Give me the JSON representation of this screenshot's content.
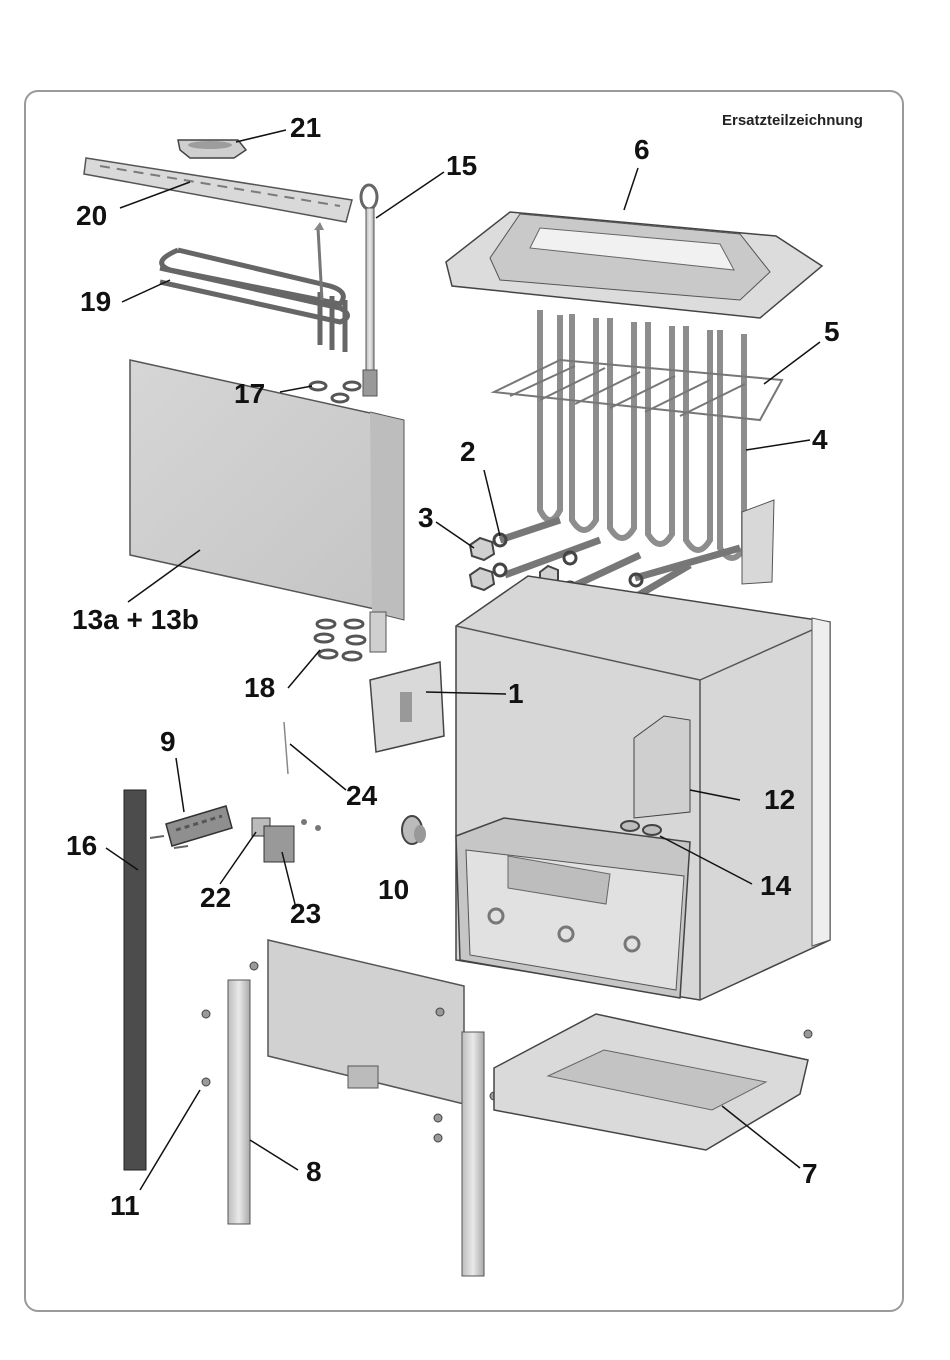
{
  "title": "Ersatzteilzeichnung",
  "labels": {
    "l21": "21",
    "l15": "15",
    "l6": "6",
    "l20": "20",
    "l19": "19",
    "l5": "5",
    "l17": "17",
    "l4": "4",
    "l2": "2",
    "l3": "3",
    "l13": "13a + 13b",
    "l18": "18",
    "l1": "1",
    "l24": "24",
    "l9": "9",
    "l12": "12",
    "l16": "16",
    "l14": "14",
    "l10": "10",
    "l22": "22",
    "l23": "23",
    "l8": "8",
    "l7": "7",
    "l11": "11"
  }
}
